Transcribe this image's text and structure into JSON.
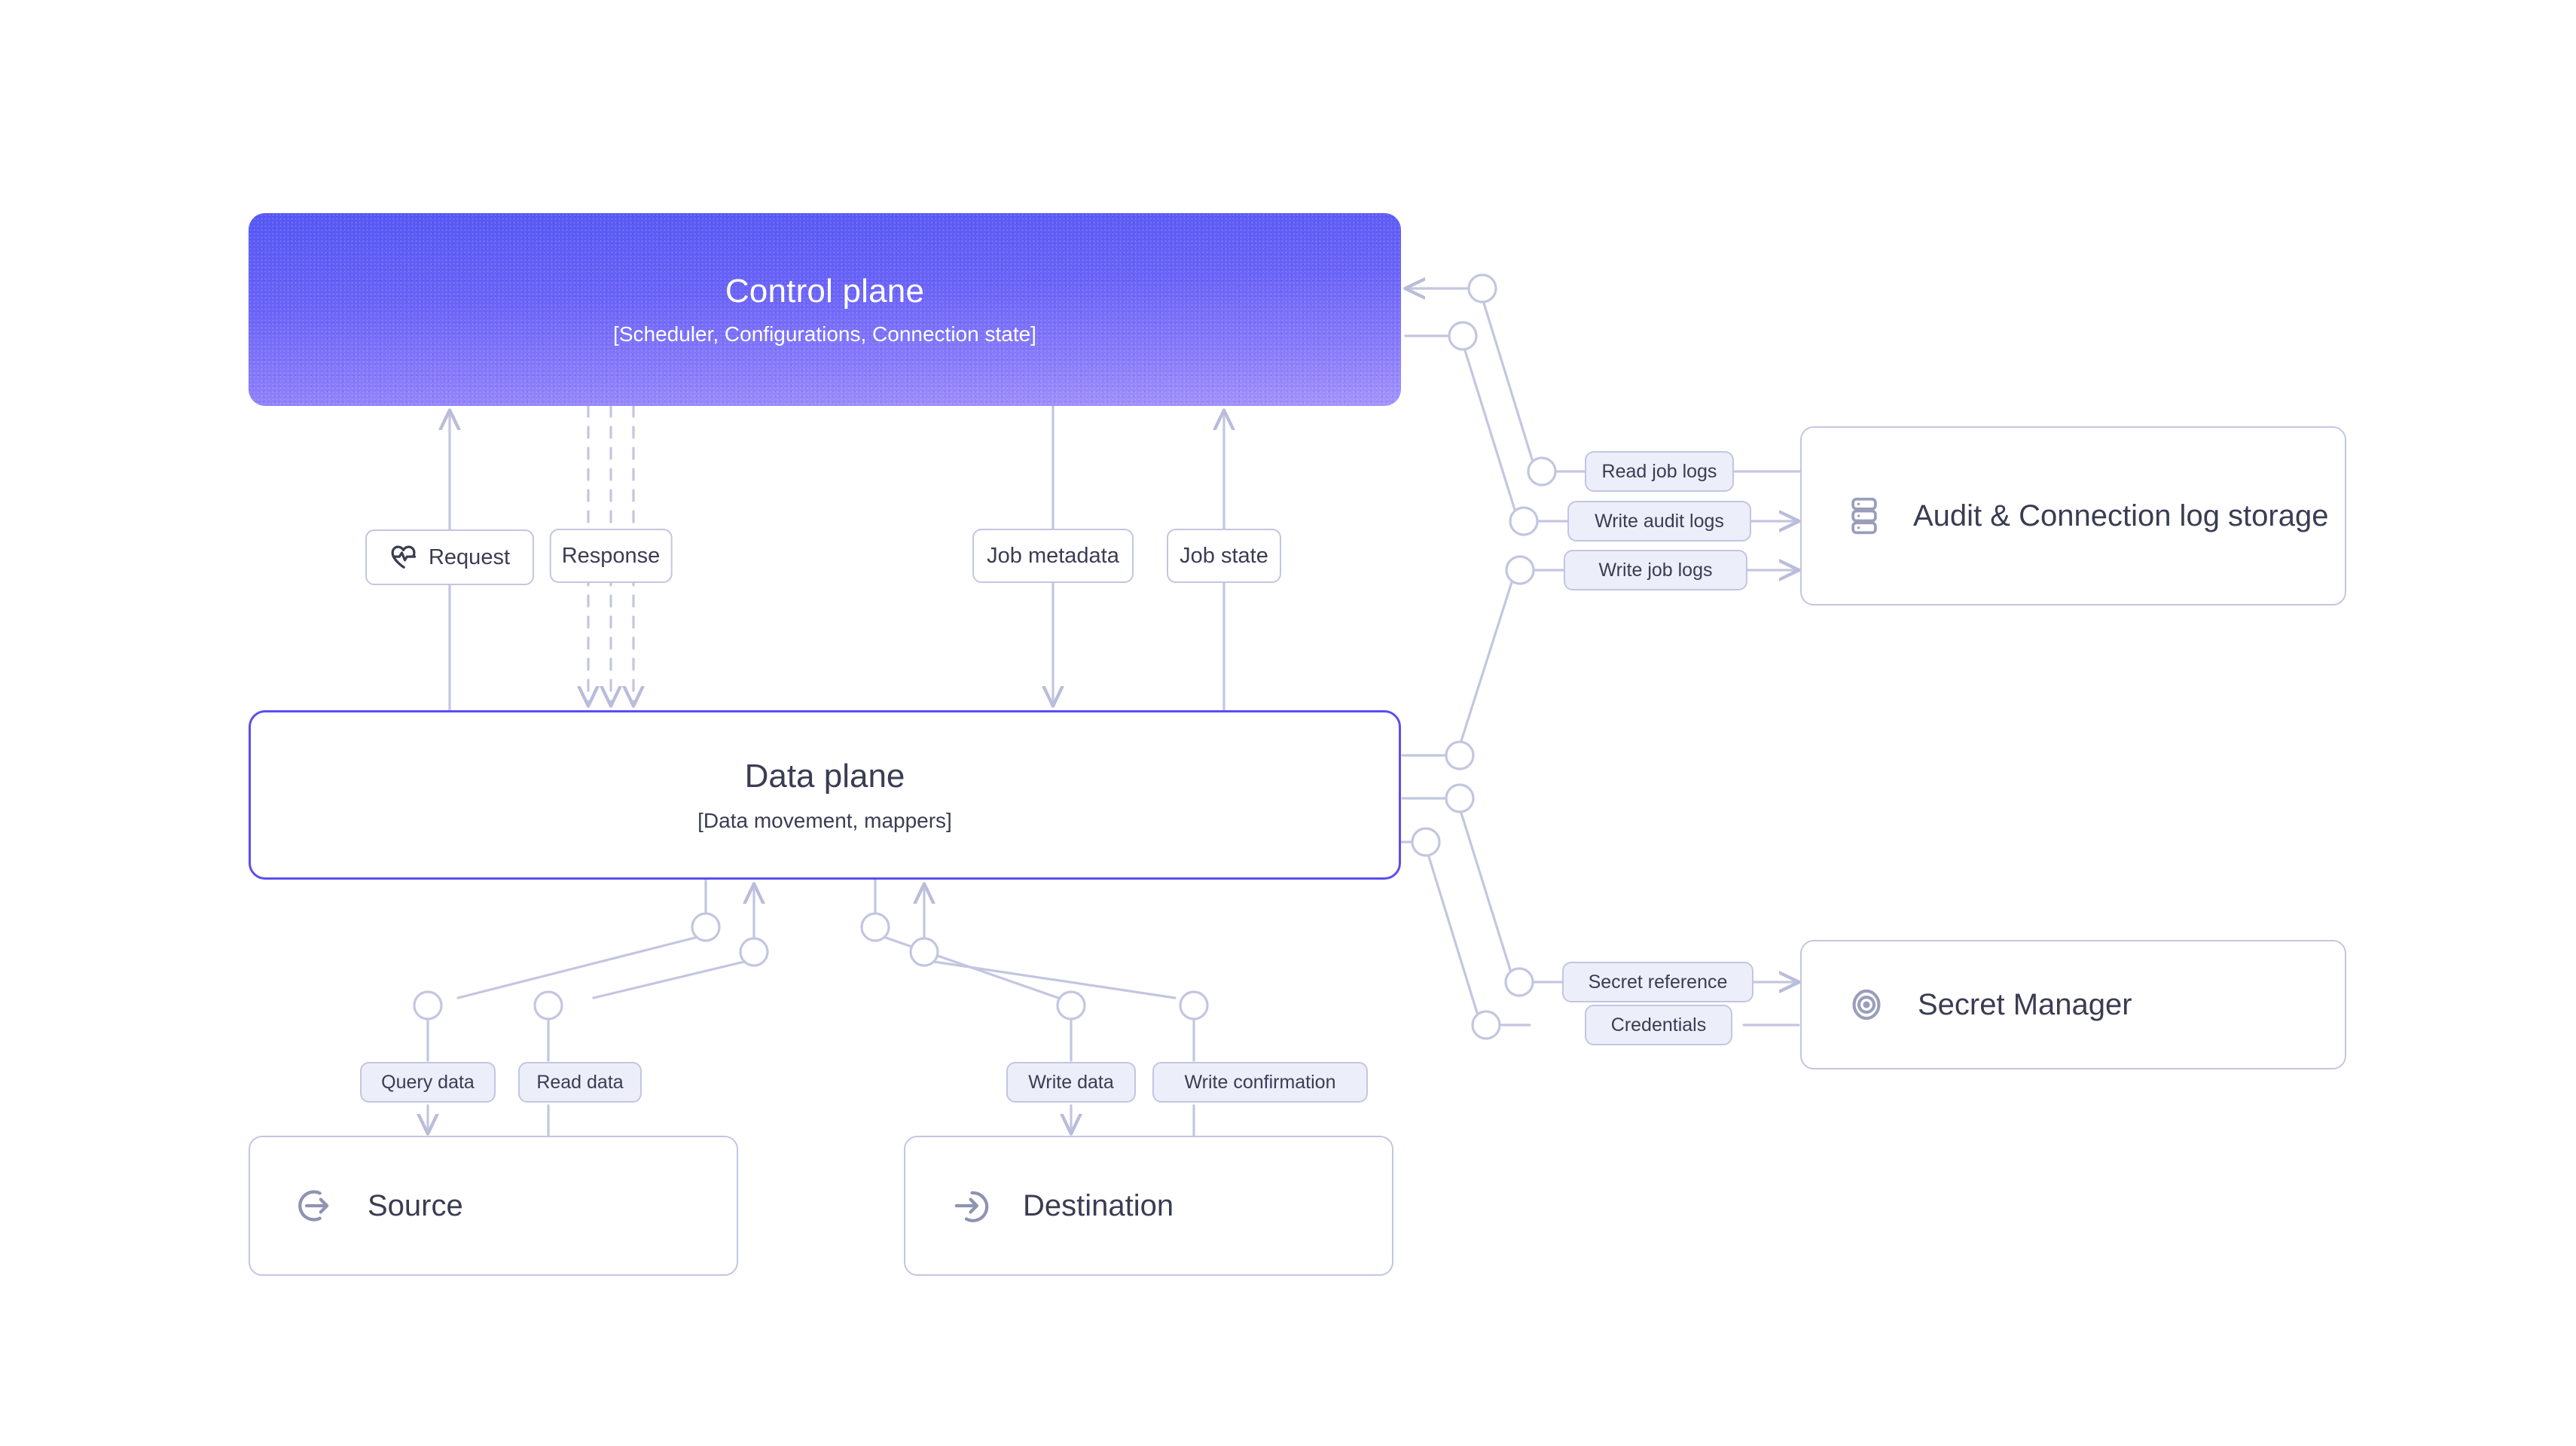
{
  "diagram": {
    "title": "Control plane / Data plane architecture",
    "background": "#ffffff",
    "colors": {
      "wire": "#c3c6e0",
      "chip_fill_lavender": "#eceefa",
      "chip_fill_white": "#ffffff",
      "chip_border": "#c3c6e0",
      "text": "#3a3d52",
      "control_plane_gradient_from": "#5457f4",
      "control_plane_gradient_to": "#a494fb",
      "data_plane_border": "#5b4ef2",
      "icon": "#9a9eba",
      "icon_dark": "#3a3d52"
    }
  },
  "nodes": {
    "control_plane": {
      "title": "Control plane",
      "subtitle": "[Scheduler, Configurations, Connection state]"
    },
    "data_plane": {
      "title": "Data plane",
      "subtitle": "[Data movement, mappers]"
    },
    "audit": {
      "label": "Audit & Connection log storage",
      "icon": "server-stack-icon"
    },
    "secret_manager": {
      "label": "Secret Manager",
      "icon": "eye-target-icon"
    },
    "source": {
      "label": "Source",
      "icon": "arrow-out-circle-icon"
    },
    "destination": {
      "label": "Destination",
      "icon": "arrow-in-circle-icon"
    }
  },
  "edge_labels": {
    "request": "Request",
    "response": "Response",
    "job_metadata": "Job metadata",
    "job_state": "Job state",
    "read_job_logs": "Read job logs",
    "write_audit_logs": "Write audit logs",
    "write_job_logs": "Write job logs",
    "secret_reference": "Secret reference",
    "credentials": "Credentials",
    "query_data": "Query data",
    "read_data": "Read data",
    "write_data": "Write data",
    "write_confirmation": "Write confirmation"
  },
  "edges": [
    {
      "label": "Request",
      "from": "data-plane",
      "to": "control-plane",
      "style": "solid",
      "arrow": true,
      "icon": "heart-pulse-icon"
    },
    {
      "label": "Response",
      "from": "control-plane",
      "to": "data-plane",
      "style": "dashed",
      "arrow": true,
      "lanes": 3
    },
    {
      "label": "Job metadata",
      "from": "control-plane",
      "to": "data-plane",
      "style": "solid",
      "arrow": true
    },
    {
      "label": "Job state",
      "from": "data-plane",
      "to": "control-plane",
      "style": "solid",
      "arrow": true
    },
    {
      "label": "Read job logs",
      "from": "audit",
      "to": "control-plane",
      "style": "solid",
      "arrow": true
    },
    {
      "label": "Write audit logs",
      "from": "control-plane",
      "to": "audit",
      "style": "solid",
      "arrow": true
    },
    {
      "label": "Write job logs",
      "from": "data-plane",
      "to": "audit",
      "style": "solid",
      "arrow": true
    },
    {
      "label": "Secret reference",
      "from": "data-plane",
      "to": "secret-manager",
      "style": "solid",
      "arrow": true
    },
    {
      "label": "Credentials",
      "from": "secret-manager",
      "to": "data-plane",
      "style": "solid",
      "arrow": true
    },
    {
      "label": "Query data",
      "from": "data-plane",
      "to": "source",
      "style": "solid",
      "arrow": true
    },
    {
      "label": "Read data",
      "from": "source",
      "to": "data-plane",
      "style": "solid",
      "arrow": true
    },
    {
      "label": "Write data",
      "from": "data-plane",
      "to": "destination",
      "style": "solid",
      "arrow": true
    },
    {
      "label": "Write confirmation",
      "from": "destination",
      "to": "data-plane",
      "style": "solid",
      "arrow": true
    }
  ]
}
